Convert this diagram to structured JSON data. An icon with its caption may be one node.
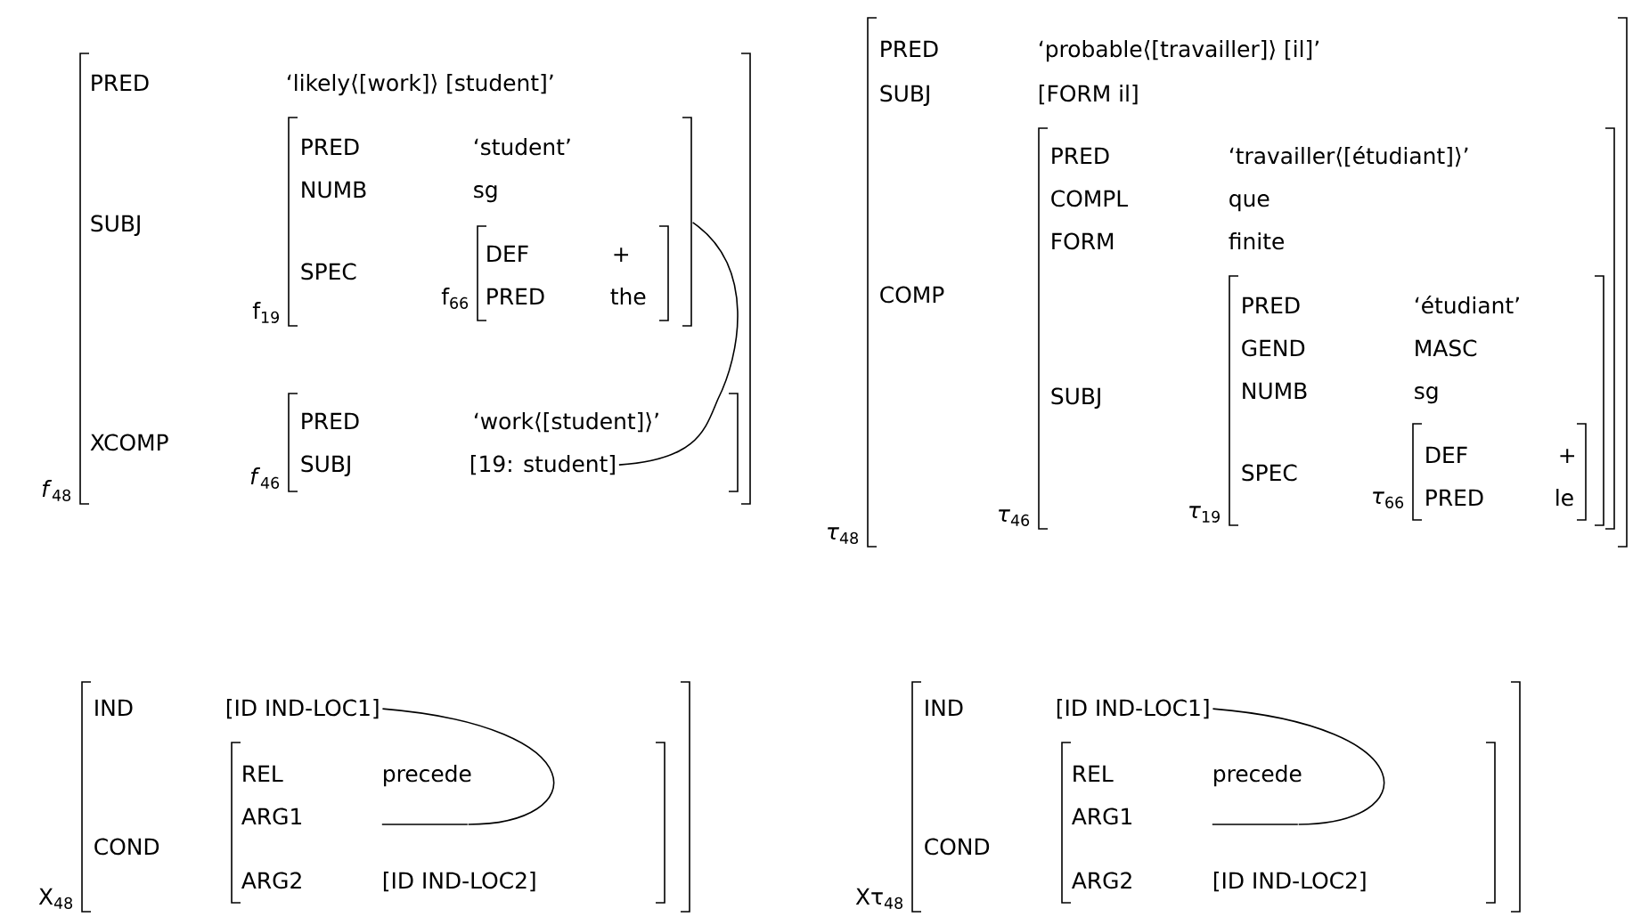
{
  "diagram": {
    "nodes": [
      {
        "text": [
          "PRED",
          "‘likely⟨[work]⟩ [student]’",
          "SUBJ",
          "XCOMP"
        ],
        "beside": [
          "*f*$_{48}$"
        ]
      },
      {
        "text": [
          "PRED",
          "‘student’",
          "NUMB",
          "sg",
          "SPEC"
        ],
        "beside": [
          "f$_{19}$"
        ],
        "in": 0
      },
      {
        "text": [
          "DEF",
          "+",
          "PRED",
          "the",
          "f$_{66}$"
        ],
        "in": 1
      },
      {
        "text": [
          "PRED",
          "‘work⟨[student]⟩’",
          "SUBJ"
        ],
        "beside": [
          "*f*$_{46}$"
        ],
        "in": 0
      },
      {
        "text": [
          "[19: student]"
        ],
        "in": 3
      },
      {
        "text": [
          "PRED",
          "‘probable⟨[travailler]⟩ [il]’",
          "SUBJ",
          "[FORM il]",
          "COMP"
        ],
        "beside": [
          "*τ*$_{48}$"
        ]
      },
      {
        "text": [
          "PRED",
          "‘travailler⟨[étudiant]⟩’",
          "COMPL",
          "que",
          "FORM",
          "finite",
          "SUBJ"
        ],
        "beside": [
          "*τ*$_{46}$"
        ],
        "in": 5
      },
      {
        "text": [
          "PRED",
          "‘étudiant’",
          "GEND",
          "MASC",
          "NUMB",
          "sg",
          "SPEC"
        ],
        "beside": [
          "*τ*$_{19}$"
        ],
        "in": 6
      },
      {
        "text": [
          "DEF",
          "+",
          "PRED",
          "le",
          "*τ*$_{66}$"
        ],
        "in": 7
      },
      {
        "text": [
          "IND",
          "COND"
        ],
        "beside": [
          "X$_{48}$"
        ]
      },
      {
        "text": [
          "[ID IND-LOC1]"
        ],
        "in": 9
      },
      {
        "text": [
          "REL",
          "precede",
          "ARG1",
          "ARG2",
          "[ID IND-LOC2]"
        ],
        "in": 9
      },
      {
        "text": [],
        "shape": "line",
        "in": 11
      },
      {
        "text": [
          "IND",
          "COND"
        ],
        "beside": [
          "Xτ$_{48}$"
        ]
      },
      {
        "text": [
          "[ID IND-LOC1]"
        ],
        "in": 13
      },
      {
        "text": [
          "REL",
          "precede",
          "ARG1",
          "ARG2",
          "[ID IND-LOC2]"
        ],
        "in": 13
      },
      {
        "text": [],
        "shape": "line",
        "in": 15
      }
    ],
    "edges": [
      {
        "from": 1,
        "to": 4,
        "arrow": "none"
      },
      {
        "from": 10,
        "to": 12,
        "arrow": "none"
      },
      {
        "from": 14,
        "to": 16,
        "arrow": "none"
      }
    ]
  }
}
